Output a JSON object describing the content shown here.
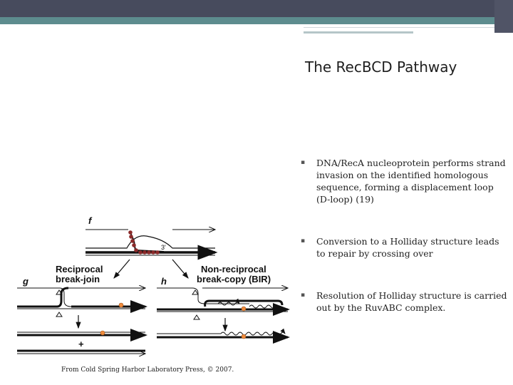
{
  "slide": {
    "title": "The RecBCD Pathway",
    "bullets": [
      {
        "marker": "▪",
        "text": "DNA/RecA nucleoprotein performs strand invasion on the identified homologous sequence, forming a displacement loop (D-loop) (19)"
      },
      {
        "marker": "▪",
        "text": "Conversion to a Holliday structure leads to repair by crossing over"
      },
      {
        "marker": "▪",
        "text": "Resolution of Holliday structure is carried out by the RuvABC complex."
      }
    ],
    "caption": "From Cold Spring Harbor Laboratory Press, © 2007."
  },
  "diagram": {
    "labels": {
      "f": "f",
      "g": "g",
      "h": "h",
      "reciprocal_1": "Reciprocal",
      "reciprocal_2": "break-join",
      "nonreciprocal_1": "Non-reciprocal",
      "nonreciprocal_2": "break-copy (BIR)",
      "three_prime": "3'",
      "plus": "+"
    }
  },
  "colors": {
    "header_bar": "#474b5d",
    "teal_band": "#5d8c8e",
    "reca_dot": "#8b2a2a",
    "orange_dot": "#f08c3c"
  }
}
